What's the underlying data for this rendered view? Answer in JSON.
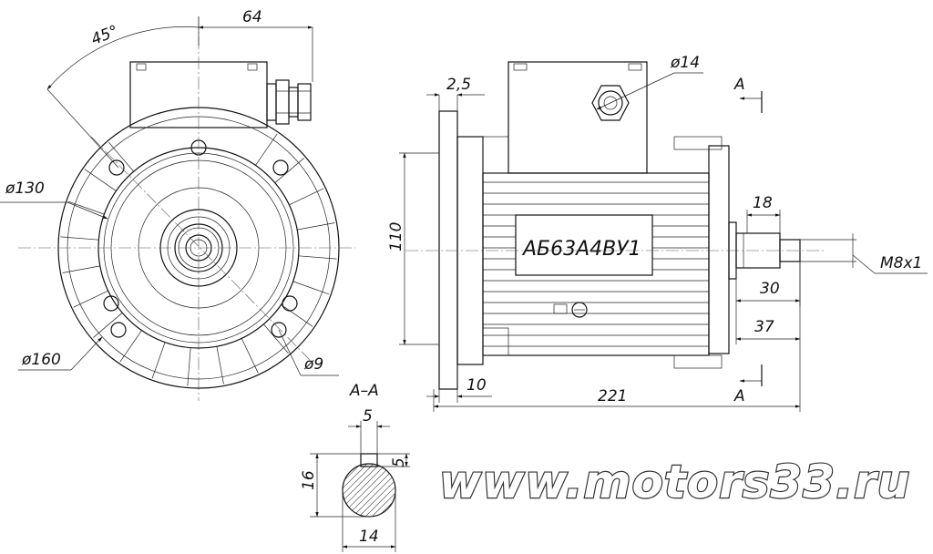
{
  "labels": {
    "angle": "45°",
    "width_top": "64",
    "d130": "ø130",
    "d160": "ø160",
    "d9": "ø9",
    "d14": "ø14",
    "flange": "2,5",
    "height110": "110",
    "shaft18": "18",
    "thread": "M8x1",
    "len30": "30",
    "len37": "37",
    "len10": "10",
    "len221": "221",
    "sec_a_top": "A",
    "sec_a_bot": "A",
    "section_title": "A–A",
    "key5w": "5",
    "key5h": "5",
    "dia16": "16",
    "dia14": "14"
  },
  "nameplate": "АБ63А4ВУ1",
  "watermark": "www.motors33.ru"
}
